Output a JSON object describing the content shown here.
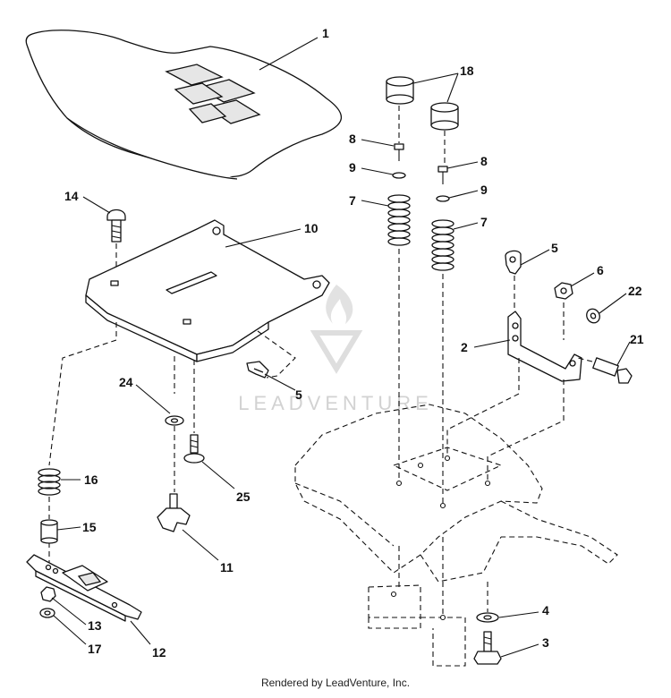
{
  "diagram": {
    "callouts": [
      {
        "id": "c1",
        "label": "1"
      },
      {
        "id": "c18",
        "label": "18"
      },
      {
        "id": "c8a",
        "label": "8"
      },
      {
        "id": "c9a",
        "label": "9"
      },
      {
        "id": "c7a",
        "label": "7"
      },
      {
        "id": "c8b",
        "label": "8"
      },
      {
        "id": "c9b",
        "label": "9"
      },
      {
        "id": "c7b",
        "label": "7"
      },
      {
        "id": "c14",
        "label": "14"
      },
      {
        "id": "c10",
        "label": "10"
      },
      {
        "id": "c5a",
        "label": "5"
      },
      {
        "id": "c6",
        "label": "6"
      },
      {
        "id": "c22",
        "label": "22"
      },
      {
        "id": "c2",
        "label": "2"
      },
      {
        "id": "c21",
        "label": "21"
      },
      {
        "id": "c24",
        "label": "24"
      },
      {
        "id": "c5b",
        "label": "5"
      },
      {
        "id": "c16",
        "label": "16"
      },
      {
        "id": "c25",
        "label": "25"
      },
      {
        "id": "c15",
        "label": "15"
      },
      {
        "id": "c11",
        "label": "11"
      },
      {
        "id": "c13",
        "label": "13"
      },
      {
        "id": "c12",
        "label": "12"
      },
      {
        "id": "c17",
        "label": "17"
      },
      {
        "id": "c4",
        "label": "4"
      },
      {
        "id": "c3",
        "label": "3"
      }
    ]
  },
  "watermark": {
    "text": "LEADVENTURE"
  },
  "footer": {
    "text": "Rendered by LeadVenture, Inc."
  }
}
